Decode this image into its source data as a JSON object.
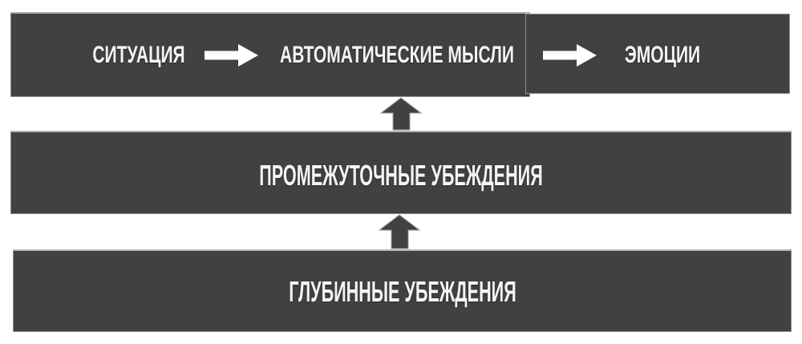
{
  "diagram": {
    "top_row": {
      "situation_label": "СИТУАЦИЯ",
      "automatic_thoughts_label": "АВТОМАТИЧЕСКИЕ МЫСЛИ",
      "emotions_label": "ЭМОЦИИ"
    },
    "middle_bar": {
      "label": "ПРОМЕЖУТОЧНЫЕ УБЕЖДЕНИЯ"
    },
    "bottom_bar": {
      "label": "ГЛУБИННЫЕ УБЕЖДЕНИЯ"
    },
    "icons": {
      "right_arrow": "right-arrow-icon",
      "up_arrow": "up-arrow-icon"
    },
    "colors": {
      "bar_fill": "#414141",
      "bar_border": "#8f8f8f",
      "bar_border_top": "#b2b2b2",
      "label_text": "#f4f4f4",
      "flow_arrow": "#ffffff",
      "background": "#ffffff"
    }
  }
}
